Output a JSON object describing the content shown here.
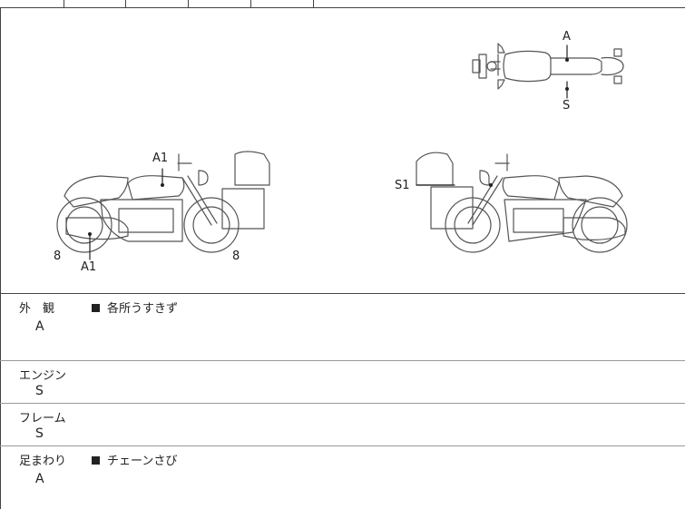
{
  "diagram": {
    "labels": {
      "top_a": "A",
      "top_s": "S",
      "left_a1_tank": "A1",
      "left_a1_lower": "A1",
      "left_8_front": "8",
      "left_8_rear": "8",
      "right_s1": "S1"
    }
  },
  "sections": [
    {
      "label": "外　観",
      "grade": "A",
      "note": "各所うすきず"
    },
    {
      "label": "エンジン",
      "grade": "S",
      "note": ""
    },
    {
      "label": "フレーム",
      "grade": "S",
      "note": ""
    },
    {
      "label": "足まわり",
      "grade": "A",
      "note": "チェーンさび"
    }
  ],
  "colors": {
    "line": "#444444",
    "separator": "#9a9a9a"
  }
}
